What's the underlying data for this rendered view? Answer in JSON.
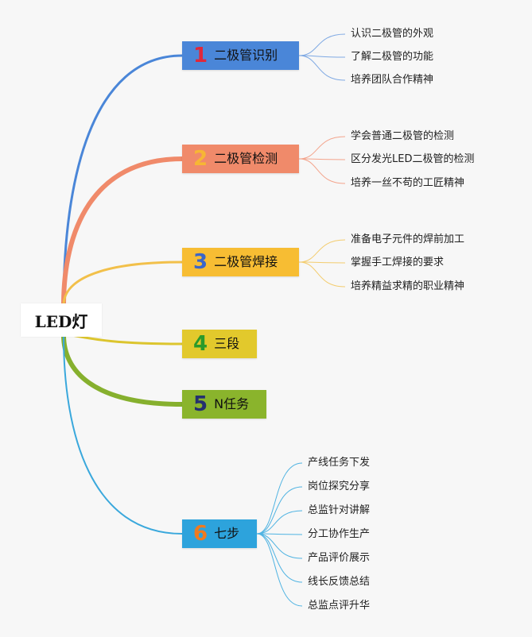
{
  "root": {
    "label": "LED灯"
  },
  "branches": [
    {
      "num": "1",
      "label": "二极管识别",
      "color": "#4a86d8",
      "line_color": "#4a86d8",
      "num_color": "#e0283a",
      "leaf_line_color": "#7fa9e3",
      "leaves": [
        "认识二极管的外观",
        "了解二极管的功能",
        "培养团队合作精神"
      ]
    },
    {
      "num": "2",
      "label": "二极管检测",
      "color": "#f08a6a",
      "line_color": "#f08a6a",
      "num_color": "#f7b634",
      "leaf_line_color": "#f3a48c",
      "leaves": [
        "学会普通二极管的检测",
        "区分发光LED二极管的检测",
        "培养一丝不苟的工匠精神"
      ]
    },
    {
      "num": "3",
      "label": "二极管焊接",
      "color": "#f7bd33",
      "line_color": "#f2c04a",
      "num_color": "#3a66c9",
      "leaf_line_color": "#f3cc6e",
      "leaves": [
        "准备电子元件的焊前加工",
        "掌握手工焊接的要求",
        "培养精益求精的职业精神"
      ]
    },
    {
      "num": "4",
      "label": "三段",
      "color": "#e2c92c",
      "line_color": "#dcc52e",
      "num_color": "#2a9a2a",
      "leaf_line_color": "#dcc52e",
      "leaves": []
    },
    {
      "num": "5",
      "label": "N任务",
      "color": "#8ab42c",
      "line_color": "#86b02e",
      "num_color": "#24306e",
      "leaf_line_color": "#86b02e",
      "leaves": []
    },
    {
      "num": "6",
      "label": "七步",
      "color": "#2da3dc",
      "line_color": "#3aa8dc",
      "num_color": "#f07a1e",
      "leaf_line_color": "#4fb3e2",
      "leaves": [
        "产线任务下发",
        "岗位探究分享",
        "总监针对讲解",
        "分工协作生产",
        "产品评价展示",
        "线长反馈总结",
        "总监点评升华"
      ]
    }
  ]
}
